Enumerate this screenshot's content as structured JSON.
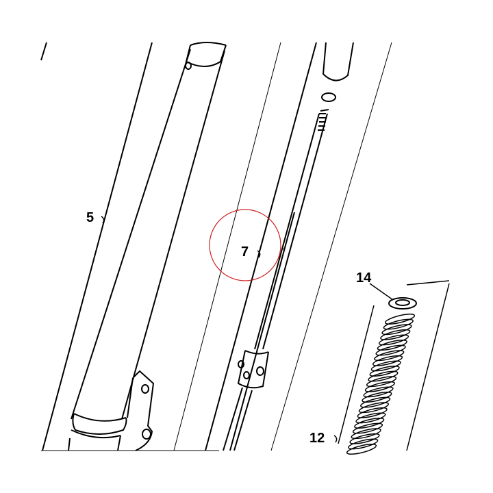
{
  "labels": {
    "part_5": "5",
    "part_7": "7",
    "part_12": "12",
    "part_14": "14"
  },
  "colors": {
    "line": "#000000",
    "highlight": "#cc2222",
    "background": "#ffffff"
  }
}
